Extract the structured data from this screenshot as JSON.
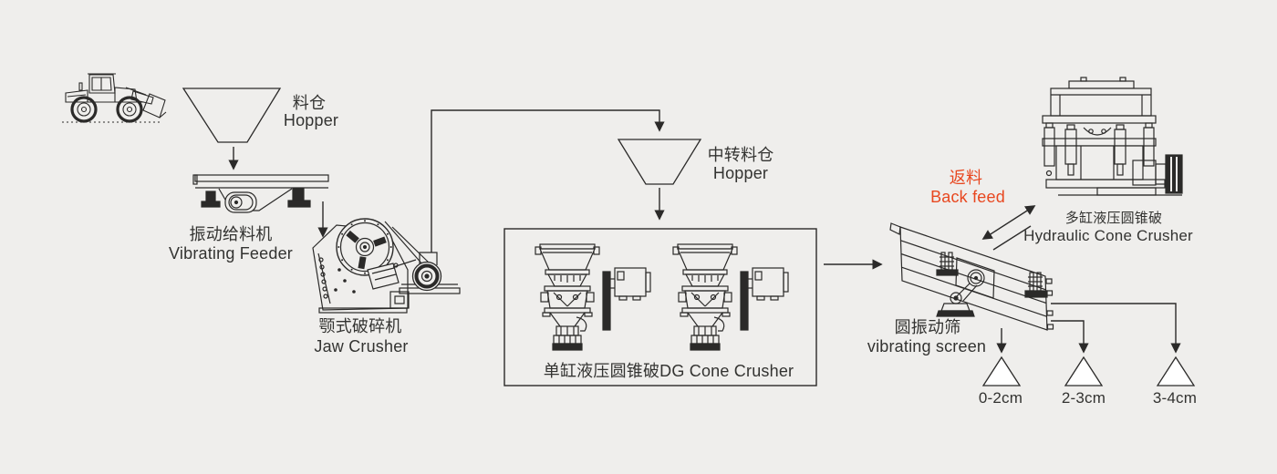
{
  "colors": {
    "background": "#efeeec",
    "line": "#2b2a29",
    "text": "#333331",
    "back_feed_red": "#e8471f",
    "stockpile_fill": "#ffffff"
  },
  "labels": {
    "hopper1": {
      "zh": "料仓",
      "en": "Hopper"
    },
    "vibrating_feeder": {
      "zh": "振动给料机",
      "en": "Vibrating Feeder"
    },
    "jaw_crusher": {
      "zh": "颚式破碎机",
      "en": "Jaw Crusher"
    },
    "transfer_hopper": {
      "zh": "中转料仓",
      "en": "Hopper"
    },
    "dg_cone_crusher": {
      "combined": "单缸液压圆锥破DG Cone Crusher"
    },
    "vibrating_screen": {
      "zh": "圆振动筛",
      "en": "vibrating screen"
    },
    "hydraulic_cone_crusher": {
      "zh": "多缸液压圆锥破",
      "en": "Hydraulic Cone Crusher"
    },
    "back_feed": {
      "zh": "返料",
      "en": "Back feed"
    },
    "outputs": [
      {
        "size": "0-2cm"
      },
      {
        "size": "2-3cm"
      },
      {
        "size": "3-4cm"
      }
    ]
  }
}
